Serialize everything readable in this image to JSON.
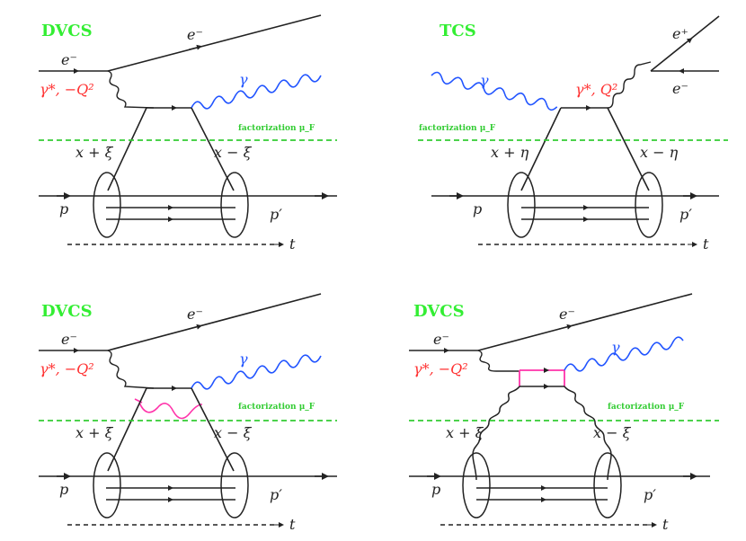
{
  "colors": {
    "title": "#33ee33",
    "photon": "#2255ff",
    "virtual": "#ff3333",
    "factorization": "#33cc33",
    "loop": "#ff33aa",
    "line": "#222222"
  },
  "panels": [
    {
      "title": "DVCS",
      "labels": {
        "electron_out": "e⁻",
        "electron_in": "e⁻",
        "virtual_photon": "γ*, −Q²",
        "real_photon": "γ",
        "factorization": "factorization μ_F",
        "left_parton": "x + ξ",
        "right_parton": "x − ξ",
        "proton_in": "p",
        "proton_out": "p′",
        "momentum_transfer": "t"
      }
    },
    {
      "title": "TCS",
      "labels": {
        "positron_out": "e⁺",
        "electron_out": "e⁻",
        "real_photon": "γ",
        "virtual_photon": "γ*, Q²",
        "factorization": "factorization μ_F",
        "left_parton": "x + η",
        "right_parton": "x − η",
        "proton_in": "p",
        "proton_out": "p′",
        "momentum_transfer": "t"
      }
    },
    {
      "title": "DVCS",
      "labels": {
        "electron_out": "e⁻",
        "electron_in": "e⁻",
        "virtual_photon": "γ*, −Q²",
        "real_photon": "γ",
        "factorization": "factorization μ_F",
        "left_parton": "x + ξ",
        "right_parton": "x − ξ",
        "proton_in": "p",
        "proton_out": "p′",
        "momentum_transfer": "t"
      }
    },
    {
      "title": "DVCS",
      "labels": {
        "electron_out": "e⁻",
        "electron_in": "e⁻",
        "virtual_photon": "γ*, −Q²",
        "real_photon": "γ",
        "factorization": "factorization μ_F",
        "left_parton": "x + ξ",
        "right_parton": "x − ξ",
        "proton_in": "p",
        "proton_out": "p′",
        "momentum_transfer": "t"
      }
    }
  ]
}
